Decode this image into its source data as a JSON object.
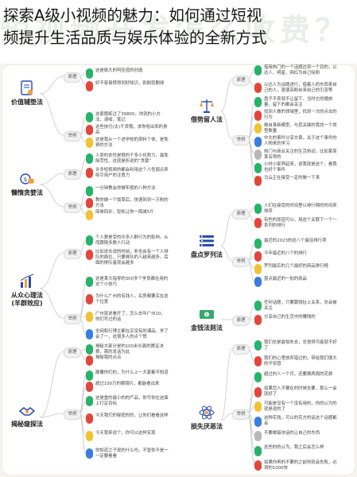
{
  "page_title": {
    "line1": "探索A级小视频的魅力：如何通过短视",
    "line2": "频提升生活品质与娱乐体验的全新方式",
    "watermark": "短视频开发怎么收费？"
  },
  "categories": {
    "left": [
      {
        "id": "c1",
        "label": "价值辅垫法",
        "icon": "document-icon",
        "color": "#2b4aa8"
      },
      {
        "id": "c2",
        "label": "懒惰贪婪法",
        "icon": "coin-stack-icon",
        "color": "#2b4aa8"
      },
      {
        "id": "c3",
        "label": "从众心理法\n(羊群效应)",
        "icon": "bar-chart-icon",
        "color": "#2b4aa8"
      },
      {
        "id": "c4",
        "label": "揭秘窥探法",
        "icon": "handshake-icon",
        "color": "#2b4aa8"
      }
    ],
    "right": [
      {
        "id": "c5",
        "label": "借势留人法",
        "icon": "balance-scale-icon",
        "color": "#2b4aa8"
      },
      {
        "id": "c6",
        "label": "盘点罗列法",
        "icon": "list-icon",
        "color": "#2b4aa8"
      },
      {
        "id": "c7",
        "label": "金钱法则法",
        "icon": "cash-icon",
        "color": "#2b4aa8"
      },
      {
        "id": "c8",
        "label": "损失厌恶法",
        "icon": "atom-icon",
        "color": "#2b4aa8"
      }
    ]
  },
  "nodes": {
    "yuanli": "原理",
    "juli": "举例"
  },
  "items": {
    "c1_p": [
      "这是极大的呵佳值的创造",
      "好不容易撑得到好知识，别刷就删掉"
    ],
    "c1_e": [
      "这套题练过了39800，你就的小方法，请收，笔记",
      "这些技巧(太)干货哦，求你哈出来的身高",
      "这是我从一个进学校的资料个体，是免费的方法"
    ],
    "c2_p": [
      "人类的本性是很的干多小化努力，最免除劳性，这就是所说的“贪婪”",
      "许多短视频的都会利用这个人性弱点来吸引用户的注意力"
    ],
    "c2_e": [
      "一分钟教会你做年般的八种方法",
      "教你做一个饭菜后，快速到到一万粉的方法",
      "简单四步，轻松让你一周减5斤"
    ],
    "c3_p": [
      "个人更是受的许多人群行为的影响，从而跟随多数人行动",
      "比如说去说的时前，非全由有一个人排队的面位，只要排队的人越来越多，后面的排队者就会越多"
    ],
    "c3_e": [
      "这是某大指导的300多个学员都在用的这个小技巧",
      "为什么广州的有钱人，买房都要买在这个位置",
      "广州就说看开了，怎么去年广州10，你们写过的话",
      "全网和行博主都在买没有的课品，学了会了一，这很多人的点个赞"
    ],
    "c4_p": [
      "揭秘大部分是的100米长面的赛证决赛，需的发话为此",
      "揭秘我的点点"
    ],
    "c4_e": [
      "颠覆你们的，为什么上一大家都不知道",
      "超过100万的眼镜片，都能看出来"
    ],
    "c4_x": [
      "这是重的最小的的产品，你可你在这面上打定目标",
      "今天我们的秘密的的，让你们看看这样",
      "今天我来说个，你可以这样实现",
      "你知道之子现的什么吗，不管你不是一一定要看看"
    ],
    "c5_p": [
      "借用热门的一个话题达到一个目的，以达人、明星，网红为自己吸粉",
      "以达人为话题进行，借着人的东西来自己的人，驱使高粉丝来自己的引流等"
    ],
    "c5_e": [
      "盘子不卖就不让留下，当时它的播放量，留下的都会关注",
      "找到人做的领域里，找到一次的点击的行为",
      "做自身新模型，与其关键的我找一个类型数量",
      "中大的事件分享文章，关于这个事件的人物来的学习",
      "热门与商业关注的生活热词，比如某某某名称的",
      "小时小家养起来，说我就是这个，看我也好个事件",
      "马云正在接受一定的做一下来"
    ],
    "c6_p": [
      "人们在接受的时间里以排行榜的时间来排序",
      "有些的原因可以，用这个关联下一个一系列的排行"
    ],
    "c6_e": [
      "最近的2023的这八个最佳排行项",
      "今年最近的八个的排行",
      "罗列最后的几个最好的商品排行榜",
      "盘点最近的一批的商品"
    ],
    "c7_p": [
      "任何话题，只要跟钱扯上关系，总会被关注",
      "分享自己的生活中的赚钱的"
    ],
    "c8_p": [
      "我们总是最怕失去，总觉得可能就不好了",
      "我们的心里放弃错过的，带给我们很大的不安感"
    ],
    "c8_e": [
      "超过的人一个月，还要换两周的花费",
      "如果您人不要在的时候去要，那么一会就好了",
      "可能是没有一个没有用的，你的认为的就是说的了",
      "这种花钱，可以的花方的话这个话题都会",
      "不要做每块话的让自己的东西",
      "这些的的认为，我之后会怎么样",
      "如果你再的不要的之前你就会失败，必须的1000块"
    ]
  }
}
